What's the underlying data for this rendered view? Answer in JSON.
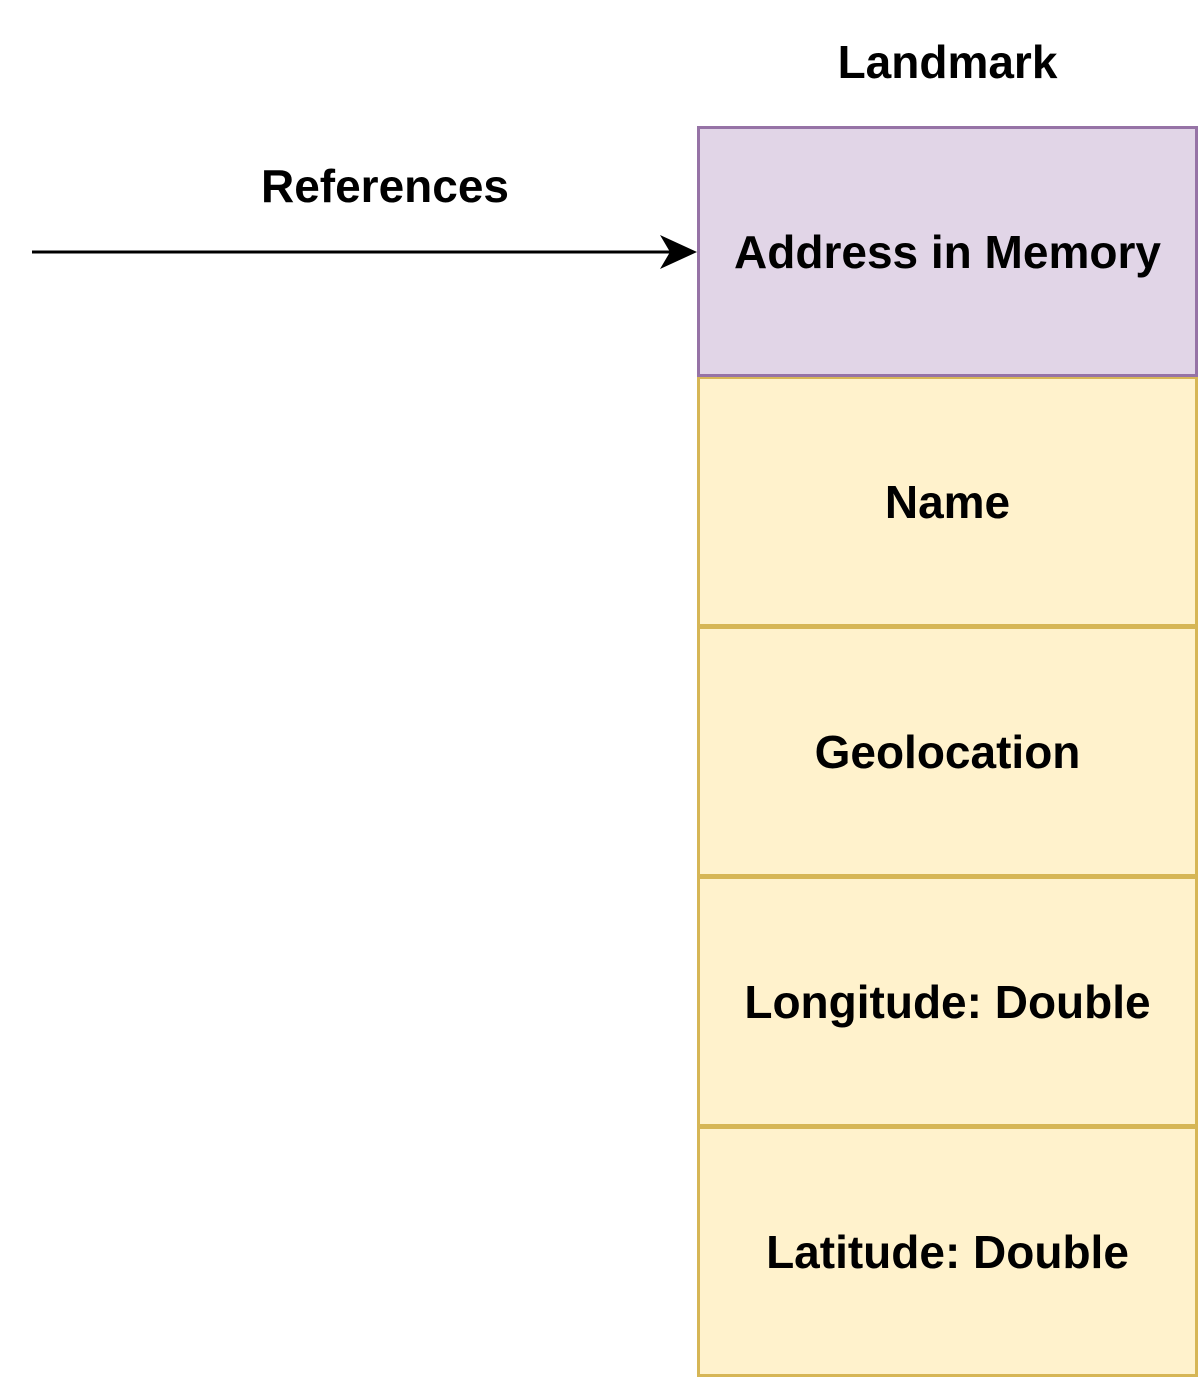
{
  "diagram": {
    "title": "Landmark",
    "arrow_label": "References",
    "header_cell": "Address in Memory",
    "field_cells": [
      "Name",
      "Geolocation",
      "Longitude: Double",
      "Latitude: Double"
    ],
    "colors": {
      "header_fill": "#e1d5e7",
      "header_stroke": "#9673a6",
      "field_fill": "#fff2cc",
      "field_stroke": "#d6b656",
      "arrow": "#000000"
    }
  }
}
